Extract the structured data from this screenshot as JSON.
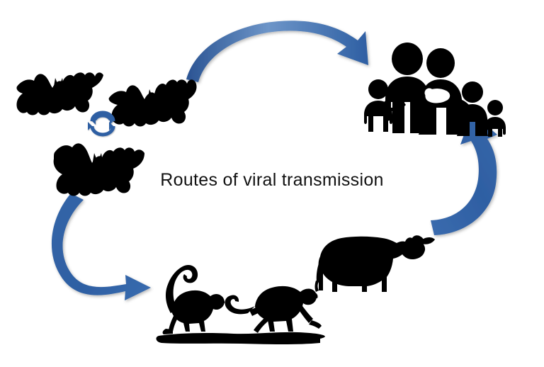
{
  "figure": {
    "title": "Routes of viral transmission",
    "background_color": "#ffffff",
    "silhouette_color": "#000000",
    "arrow_color": "#2E5FA3",
    "arrow_color_light": "#4A7CC4",
    "type": "cycle-diagram"
  },
  "nodes": [
    {
      "id": "bats",
      "label": "bats",
      "icon": "bat-silhouette",
      "count": 3,
      "position": "left",
      "sub_icon": "cycle-exchange-icon",
      "sub_icon_color": "#2E5FA3"
    },
    {
      "id": "humans",
      "label": "human family",
      "icon": "family-silhouette",
      "count": 5,
      "position": "top-right"
    },
    {
      "id": "livestock",
      "label": "cow",
      "icon": "cow-silhouette",
      "count": 1,
      "position": "bottom-right"
    },
    {
      "id": "primates",
      "label": "monkeys",
      "icon": "monkey-silhouette",
      "count": 2,
      "position": "bottom-center"
    }
  ],
  "arrows": [
    {
      "id": "bats-to-humans",
      "from": "bats",
      "to": "humans",
      "shape": "arc-over-top",
      "color": "#2E5FA3",
      "direction": "right"
    },
    {
      "id": "livestock-to-humans",
      "from": "livestock",
      "to": "humans",
      "shape": "arc-right-side",
      "color": "#2E5FA3",
      "direction": "up"
    },
    {
      "id": "bats-to-primates",
      "from": "bats",
      "to": "primates",
      "shape": "arc-left-side",
      "color": "#2E5FA3",
      "direction": "down-right"
    },
    {
      "id": "bat-to-bat-cycle",
      "from": "bats",
      "to": "bats",
      "shape": "circular-exchange",
      "color": "#2E5FA3",
      "direction": "loop"
    }
  ]
}
